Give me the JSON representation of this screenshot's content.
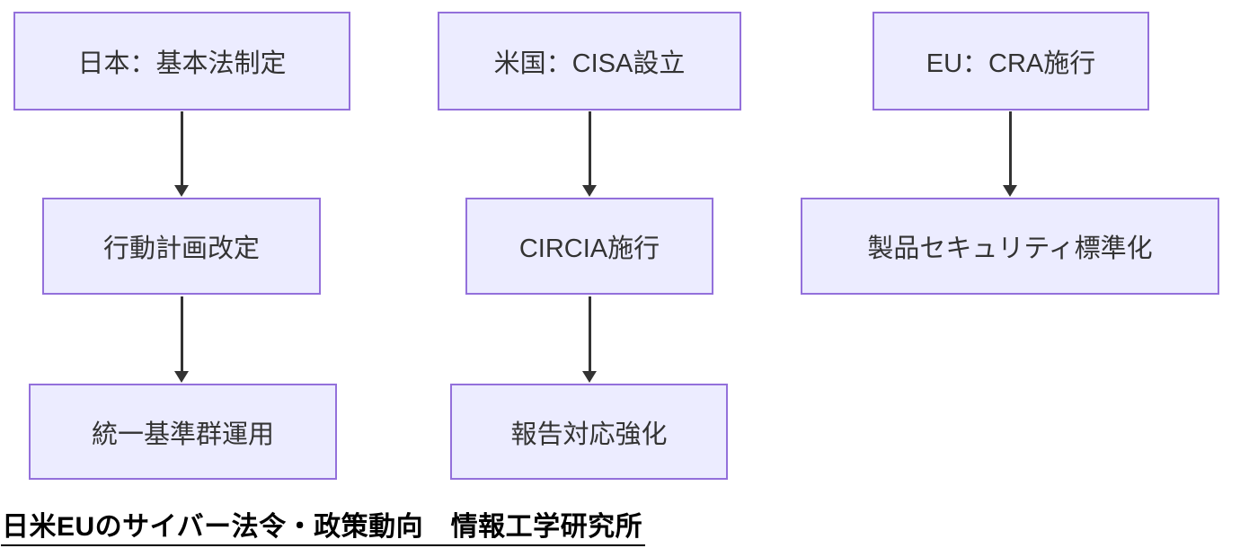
{
  "flowchart": {
    "columns": [
      {
        "name": "japan",
        "nodes": [
          {
            "label": "日本：基本法制定"
          },
          {
            "label": "行動計画改定"
          },
          {
            "label": "統一基準群運用"
          }
        ]
      },
      {
        "name": "us",
        "nodes": [
          {
            "label": "米国：CISA設立"
          },
          {
            "label": "CIRCIA施行"
          },
          {
            "label": "報告対応強化"
          }
        ]
      },
      {
        "name": "eu",
        "nodes": [
          {
            "label": "EU：CRA施行"
          },
          {
            "label": "製品セキュリティ標準化"
          }
        ]
      }
    ],
    "colors": {
      "node_fill": "#ECECFF",
      "node_border": "#9370DB",
      "arrow": "#333333",
      "node_text": "#333333",
      "caption_text": "#000000"
    }
  },
  "caption": {
    "text": "日米EUのサイバー法令・政策動向　情報工学研究所"
  }
}
